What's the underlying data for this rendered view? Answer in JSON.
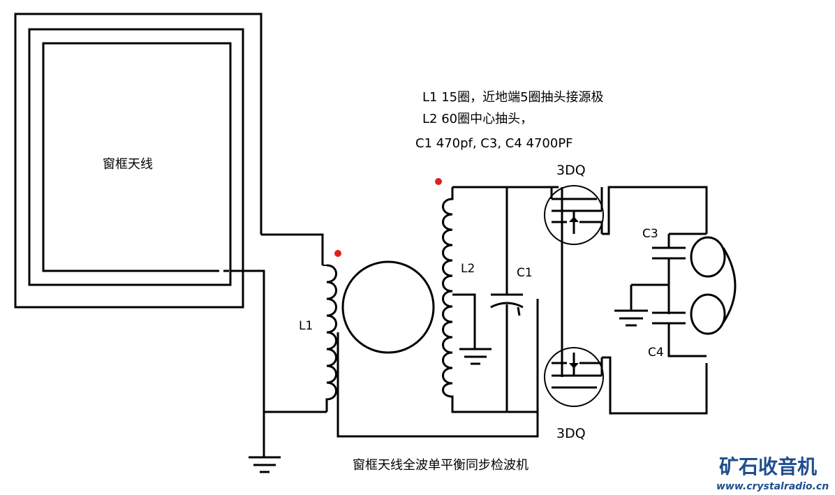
{
  "notes": {
    "line1": "L1  15圈，近地端5圈抽头接源极",
    "line2": "L2  60圈中心抽头，",
    "line3": "C1  470pf,  C3, C4 4700PF"
  },
  "labels": {
    "antenna": "窗框天线",
    "l1": "L1",
    "l2": "L2",
    "c1": "C1",
    "c3": "C3",
    "c4": "C4",
    "q_top": "3DQ",
    "q_bottom": "3DQ",
    "caption": "窗框天线全波单平衡同步检波机"
  },
  "logo": {
    "brand": "矿石收音机",
    "url": "www.crystalradio.cn"
  },
  "colors": {
    "line": "#000000",
    "dot": "#e02020",
    "brand": "#1f4e8c"
  }
}
